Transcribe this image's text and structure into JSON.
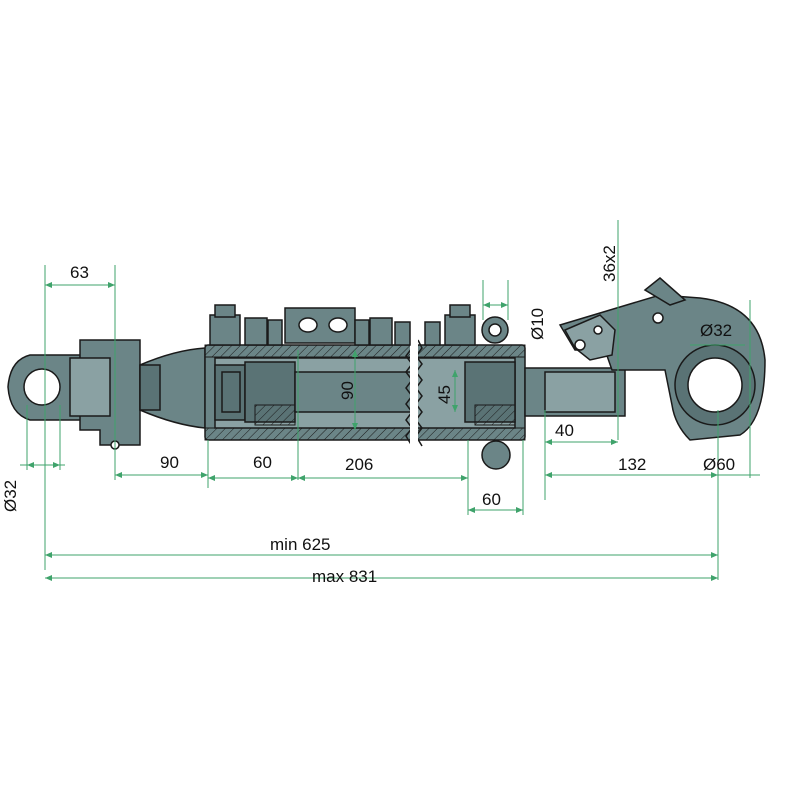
{
  "drawing": {
    "dim_63": "63",
    "dim_90": "90",
    "dim_60_left": "60",
    "dim_206": "206",
    "dim_90_vertical": "90",
    "dim_45_vertical": "45",
    "dim_60_bottom": "60",
    "dim_40": "40",
    "dim_132": "132",
    "dim_d60": "Ø60",
    "dim_d32_left": "Ø32",
    "dim_d32_right": "Ø32",
    "dim_d10": "Ø10",
    "thread_36x2": "36x2",
    "min_length": "min 625",
    "max_length": "max 831"
  },
  "colors": {
    "body": "#6b8587",
    "dimension": "#3fa36b"
  }
}
